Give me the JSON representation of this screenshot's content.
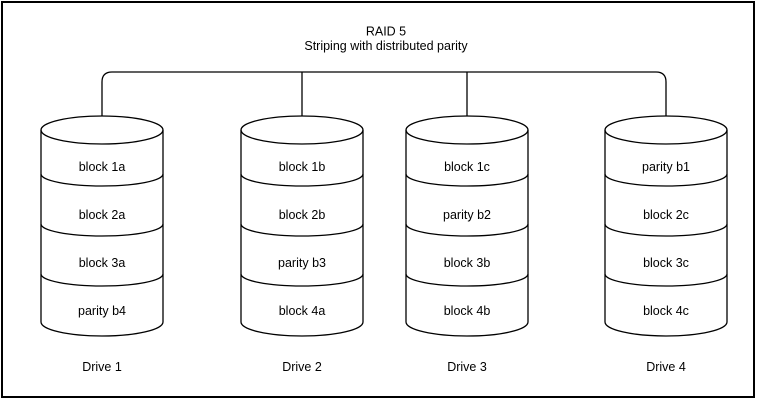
{
  "diagram": {
    "title": "RAID 5",
    "subtitle": "Striping with distributed parity"
  },
  "drives": [
    {
      "name": "Drive 1",
      "segments": [
        "block 1a",
        "block 2a",
        "block 3a",
        "parity b4"
      ]
    },
    {
      "name": "Drive 2",
      "segments": [
        "block 1b",
        "block 2b",
        "parity b3",
        "block 4a"
      ]
    },
    {
      "name": "Drive 3",
      "segments": [
        "block 1c",
        "parity b2",
        "block 3b",
        "block 4b"
      ]
    },
    {
      "name": "Drive 4",
      "segments": [
        "parity b1",
        "block 2c",
        "block 3c",
        "block 4c"
      ]
    }
  ],
  "colors": {
    "stroke": "#000000",
    "background": "#ffffff",
    "text": "#000000"
  }
}
